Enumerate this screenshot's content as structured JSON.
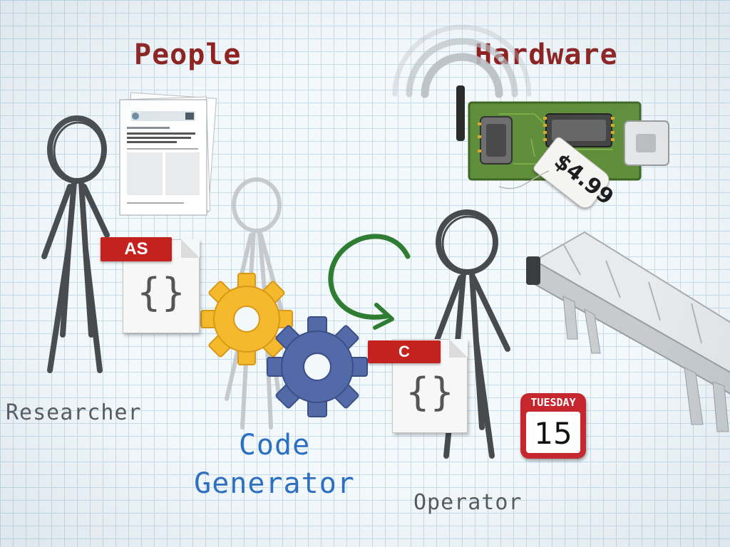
{
  "headings": {
    "people": "People",
    "hardware": "Hardware"
  },
  "roles": {
    "researcher": "Researcher",
    "operator": "Operator"
  },
  "code_generator": {
    "line1": "Code",
    "line2": "Generator"
  },
  "code_files": {
    "actionscript_tag": "AS",
    "c_tag": "C",
    "braces": "{}"
  },
  "price_tag": {
    "text": "$4.99"
  },
  "calendar": {
    "day": "TUESDAY",
    "date": "15"
  },
  "colors": {
    "heading": "#8e1f1d",
    "code_generator": "#2c6fc0",
    "role": "#55595c",
    "gear_yellow": "#f5b92d",
    "gear_blue": "#526aa8",
    "file_tag_red": "#c4221f",
    "pcb_green": "#5f8f3a",
    "arrow_green": "#2e7d32",
    "grid_line": "#c6dcea"
  },
  "icons": [
    "document-stack-icon",
    "wifi-signal-icon",
    "circuit-board-icon",
    "price-tag-icon",
    "gear-icon",
    "refresh-arrow-icon",
    "code-file-icon",
    "calendar-icon",
    "conveyor-belt-icon"
  ]
}
